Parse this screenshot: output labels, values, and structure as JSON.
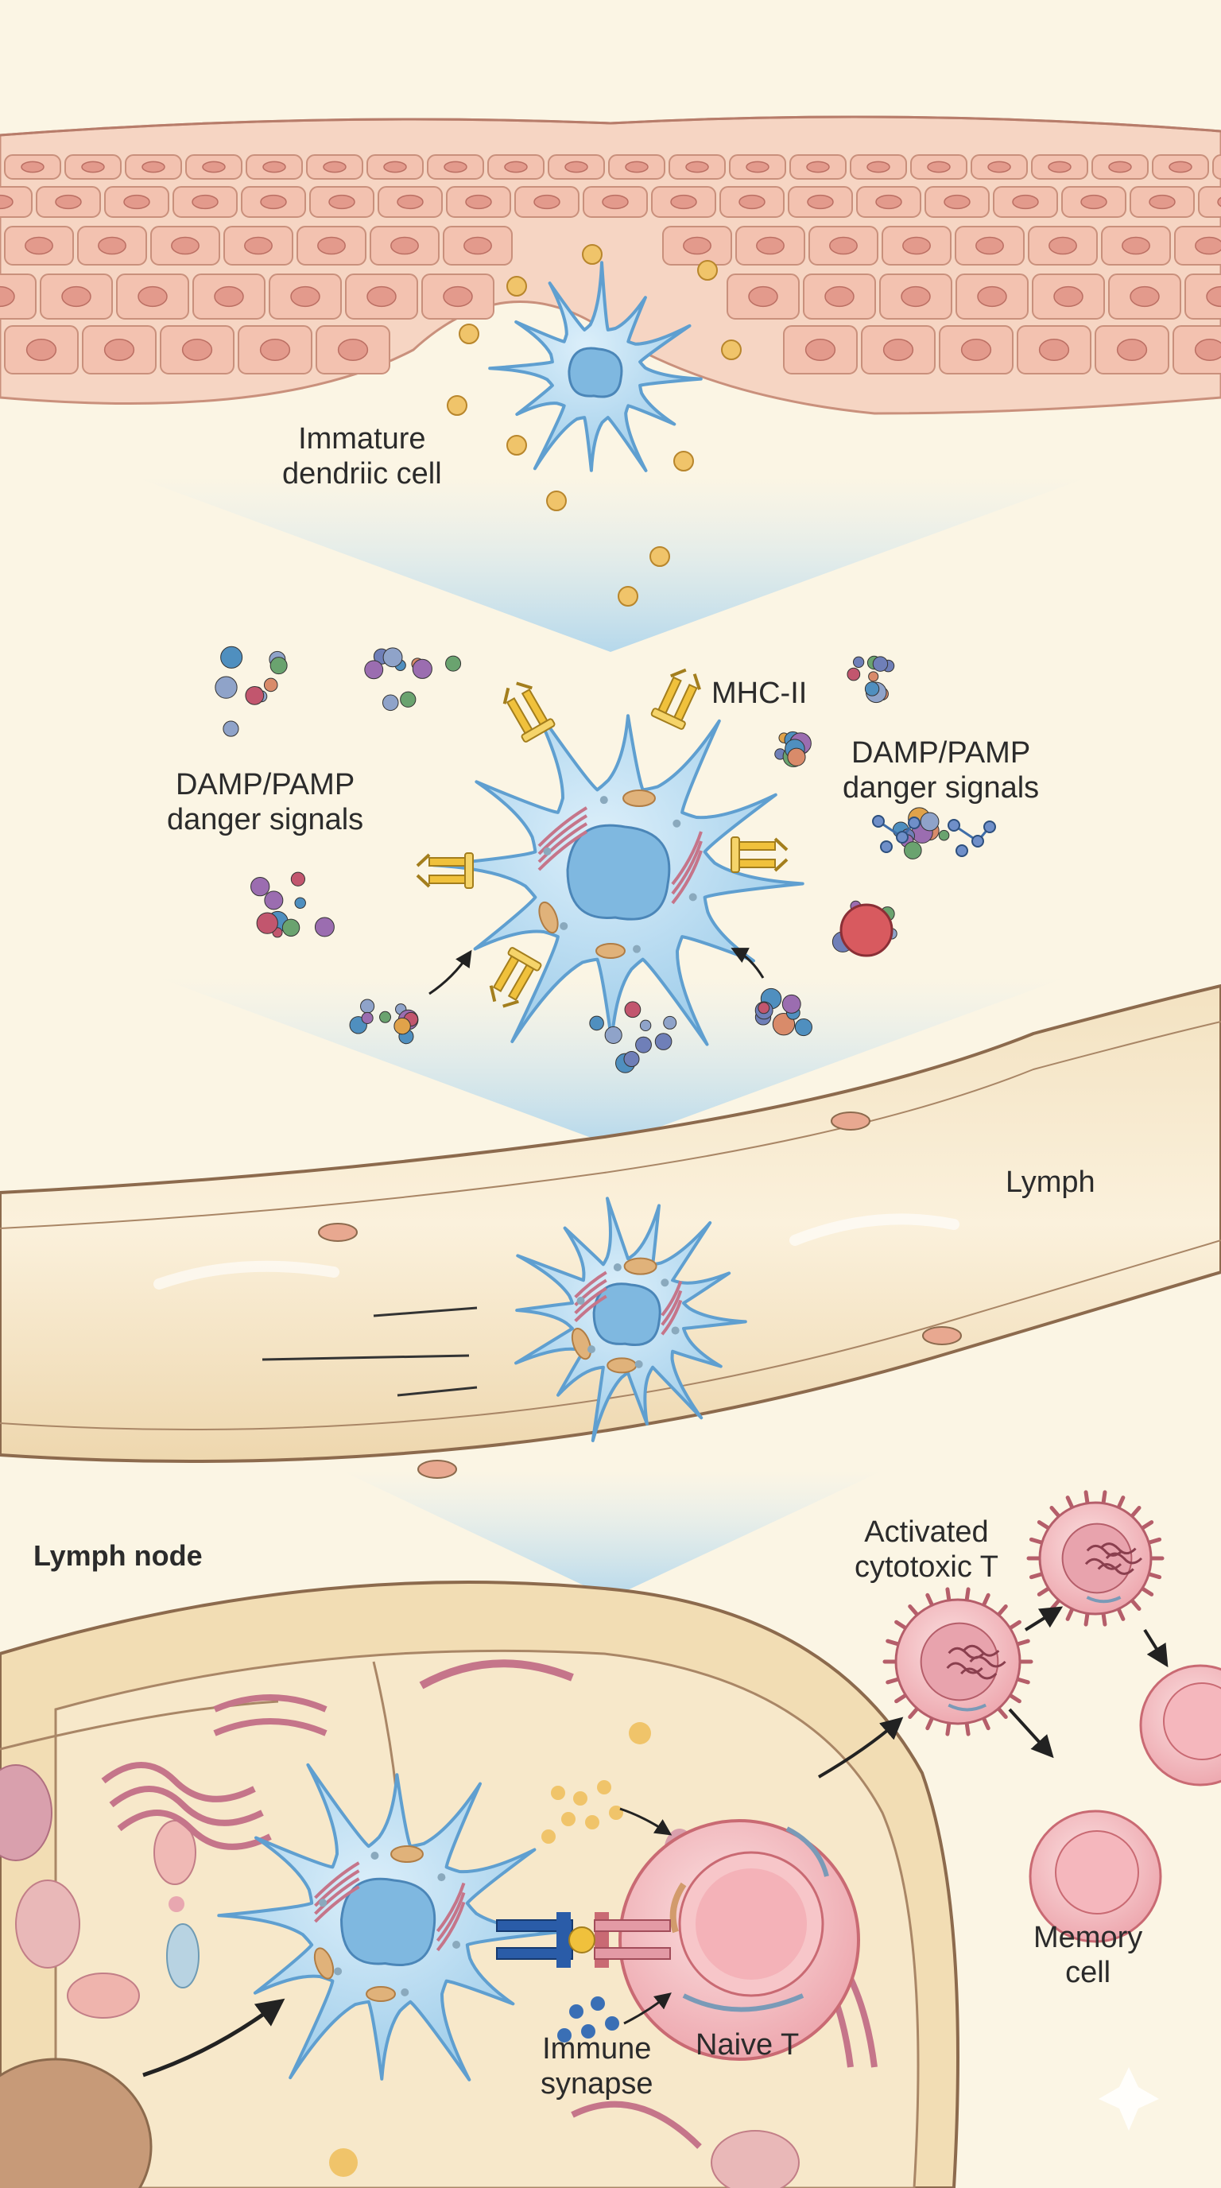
{
  "labels": {
    "immature_dc": "Immature\ndendriic cell",
    "damp_left": "DAMP/PAMP\ndanger signals",
    "mhc": "MHC-II",
    "damp_right": "DAMP/PAMP\ndanger signals",
    "lymph": "Lymph",
    "lymph_node": "Lymph node",
    "activated_t": "Activated\ncytotoxic T",
    "memory_cell": "Memory\ncell",
    "immune_synapse": "Immune\nsynapse",
    "naive_t": "Naive T"
  },
  "colors": {
    "background": "#fbf5e4",
    "epithelium": "#f4c7b4",
    "epithelium_nucleus": "#e39a8c",
    "dendritic_cell": "#a9d3ec",
    "dendritic_outline": "#5f9fd0",
    "dc_nucleus": "#7fb8e0",
    "vessel": "#f1dfbd",
    "vessel_outline": "#8c6a4d",
    "t_cell": "#f2b7b7",
    "t_cell_outline": "#c96a73",
    "mhc": "#f0c13c",
    "flow_gradient": "#a9d3ec"
  },
  "icons": [
    "dendritic-cell-icon",
    "epithelial-cell-icon",
    "mhc-receptor-icon",
    "molecule-icon",
    "arrow-icon",
    "t-cell-icon",
    "memory-cell-icon",
    "sparkle-icon"
  ]
}
